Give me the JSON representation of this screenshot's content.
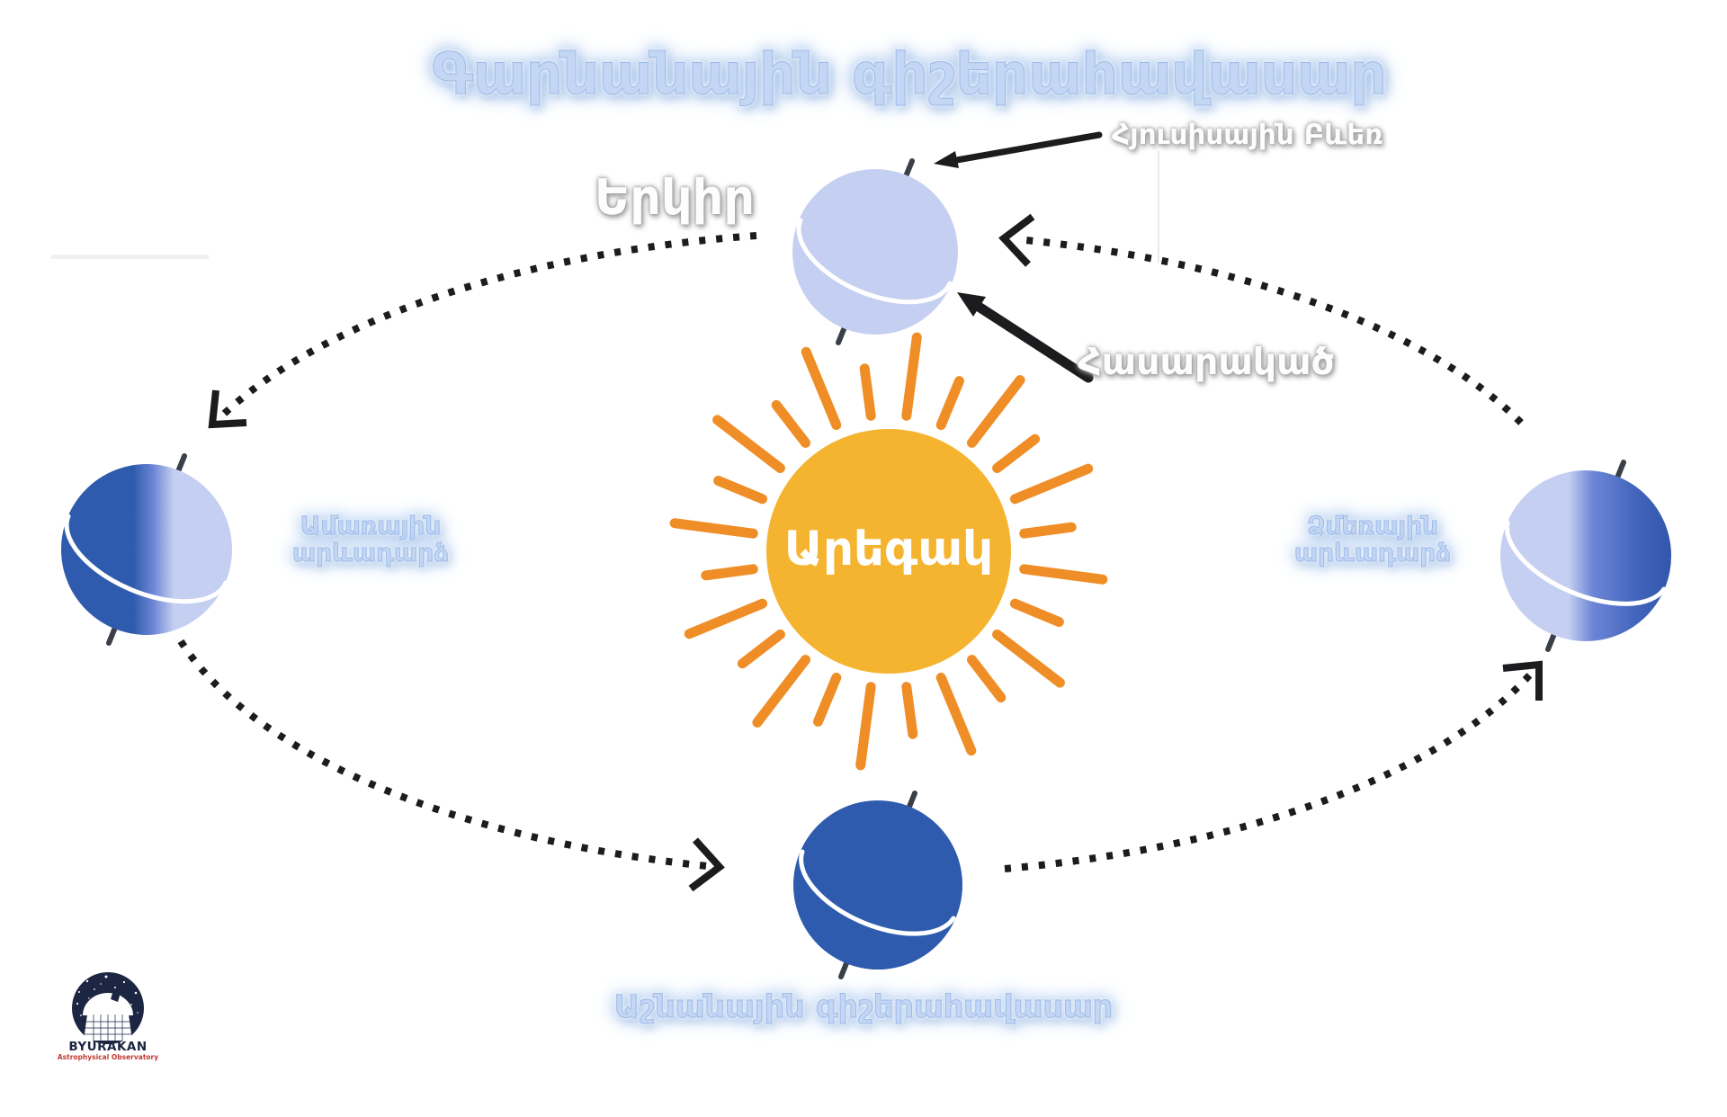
{
  "title": "Գարնանային գիշերահավասար",
  "sun": {
    "label": "Արեգակ"
  },
  "earth": {
    "label": "Երկիր"
  },
  "annotations": {
    "north_pole": "Հյուսիսային Բևեռ",
    "equator": "Հասարակած"
  },
  "positions": {
    "summer_solstice": {
      "line1": "Ամառային",
      "line2": "արևադարձ"
    },
    "winter_solstice": {
      "line1": "Ձմեռային",
      "line2": "արևադարձ"
    },
    "autumn_equinox": "Աշնանային գիշերահավասար"
  },
  "logo": {
    "name": "BYURAKAN",
    "subtitle": "Astrophysical Observatory"
  },
  "colors": {
    "sun_disc": "#F5B430",
    "sun_rays": "#EF8E26",
    "earth_light": "#C5CFF1",
    "earth_dark": "#2E5BAD",
    "earth_medium": "#6D86D6",
    "label_blue": "#C3D6F4",
    "arrow_black": "#1C1C1E",
    "logo_navy": "#1C2541",
    "logo_red": "#C13A32"
  }
}
